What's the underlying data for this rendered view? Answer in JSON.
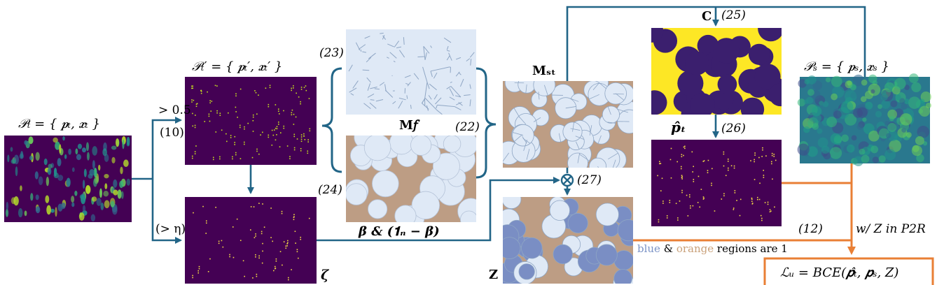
{
  "colors": {
    "flow_blue": "#226587",
    "flow_orange": "#e97f35",
    "heat_bg": "#440154",
    "cell_fill": "#dfe9f6",
    "cell_border": "#8fa6c4",
    "tan_bg": "#bd9d84",
    "mask_blue": "#7a8ec4",
    "yellow": "#fde725",
    "point_yellow": "#f4dc45"
  },
  "labels": {
    "P_t": "𝒫ₜ = { 𝒑ₜ, 𝒙ₜ }",
    "P_t_prime": "𝒫ₜ′ = { 𝒑ₜ′, 𝒙ₜ′ }",
    "P_s": "𝒫ₛ = { 𝒑ₛ, 𝒙ₛ }",
    "gt_05": "> 0.5",
    "eq10": "(10)",
    "gt_eta": "(> η)",
    "zeta": "𝜻",
    "eq23": "(23)",
    "eq24": "(24)",
    "eq22": "(22)",
    "M_f": "M𝑓",
    "beta_expr": "𝜷 & (𝟏ₙ − 𝜷)",
    "M_st": "Mₛₜ",
    "Z": "Z",
    "eq27": "(27)",
    "C": "C",
    "eq25": "(25)",
    "p_hat": "𝒑̂ₜ",
    "eq26": "(26)",
    "eq12": "(12)",
    "w_Z": "w/ Z in P2R",
    "regions_blue": "blue",
    "regions_amp": " & ",
    "regions_orange": "orange",
    "regions_rest": " regions are 1",
    "loss": "ℒᵤ = BCE(𝒑̂ₜ, 𝒑ₛ, Z)"
  },
  "operators": {
    "otimes": "⊗"
  }
}
